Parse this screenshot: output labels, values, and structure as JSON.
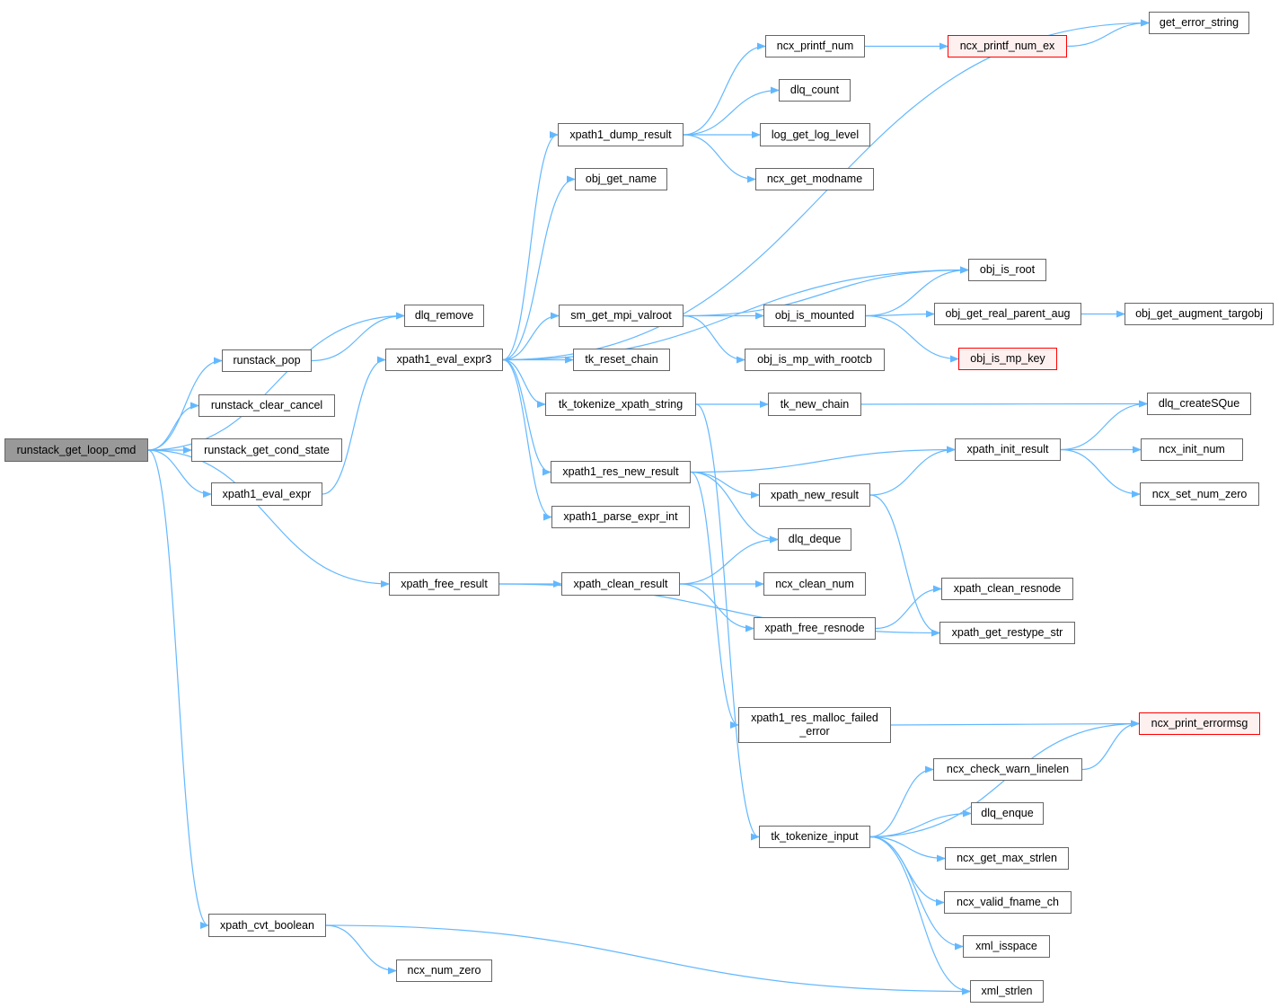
{
  "colors": {
    "edge": "#63b8ff",
    "root_fill": "#999999",
    "red_border": "#ff0000",
    "red_fill": "#fff0f0"
  },
  "nodes": [
    {
      "id": "runstack_get_loop_cmd",
      "label": "runstack_get_loop_cmd",
      "style": "root"
    },
    {
      "id": "dlq_remove",
      "label": "dlq_remove"
    },
    {
      "id": "runstack_pop",
      "label": "runstack_pop"
    },
    {
      "id": "runstack_clear_cancel",
      "label": "runstack_clear_cancel"
    },
    {
      "id": "runstack_get_cond_state",
      "label": "runstack_get_cond_state"
    },
    {
      "id": "xpath1_eval_expr",
      "label": "xpath1_eval_expr"
    },
    {
      "id": "xpath1_eval_expr3",
      "label": "xpath1_eval_expr3"
    },
    {
      "id": "xpath_free_result",
      "label": "xpath_free_result"
    },
    {
      "id": "xpath_cvt_boolean",
      "label": "xpath_cvt_boolean"
    },
    {
      "id": "ncx_num_zero",
      "label": "ncx_num_zero"
    },
    {
      "id": "xpath1_dump_result",
      "label": "xpath1_dump_result"
    },
    {
      "id": "obj_get_name",
      "label": "obj_get_name"
    },
    {
      "id": "sm_get_mpi_valroot",
      "label": "sm_get_mpi_valroot"
    },
    {
      "id": "tk_reset_chain",
      "label": "tk_reset_chain"
    },
    {
      "id": "tk_tokenize_xpath_string",
      "label": "tk_tokenize_xpath_string"
    },
    {
      "id": "xpath1_res_new_result",
      "label": "xpath1_res_new_result"
    },
    {
      "id": "xpath1_parse_expr_int",
      "label": "xpath1_parse_expr_int"
    },
    {
      "id": "xpath_clean_result",
      "label": "xpath_clean_result"
    },
    {
      "id": "ncx_printf_num",
      "label": "ncx_printf_num"
    },
    {
      "id": "dlq_count",
      "label": "dlq_count"
    },
    {
      "id": "log_get_log_level",
      "label": "log_get_log_level"
    },
    {
      "id": "ncx_get_modname",
      "label": "ncx_get_modname"
    },
    {
      "id": "obj_is_mounted",
      "label": "obj_is_mounted"
    },
    {
      "id": "obj_is_mp_with_rootcb",
      "label": "obj_is_mp_with_rootcb"
    },
    {
      "id": "tk_new_chain",
      "label": "tk_new_chain"
    },
    {
      "id": "xpath_new_result",
      "label": "xpath_new_result"
    },
    {
      "id": "dlq_deque",
      "label": "dlq_deque"
    },
    {
      "id": "ncx_clean_num",
      "label": "ncx_clean_num"
    },
    {
      "id": "xpath_free_resnode",
      "label": "xpath_free_resnode"
    },
    {
      "id": "xpath1_res_malloc_failed_error",
      "label": "xpath1_res_malloc_failed\n_error"
    },
    {
      "id": "tk_tokenize_input",
      "label": "tk_tokenize_input"
    },
    {
      "id": "ncx_printf_num_ex",
      "label": "ncx_printf_num_ex",
      "style": "red"
    },
    {
      "id": "obj_is_root",
      "label": "obj_is_root"
    },
    {
      "id": "obj_get_real_parent_aug",
      "label": "obj_get_real_parent_aug"
    },
    {
      "id": "obj_is_mp_key",
      "label": "obj_is_mp_key",
      "style": "red"
    },
    {
      "id": "xpath_init_result",
      "label": "xpath_init_result"
    },
    {
      "id": "xpath_clean_resnode",
      "label": "xpath_clean_resnode"
    },
    {
      "id": "xpath_get_restype_str",
      "label": "xpath_get_restype_str"
    },
    {
      "id": "ncx_print_errormsg",
      "label": "ncx_print_errormsg",
      "style": "red"
    },
    {
      "id": "ncx_check_warn_linelen",
      "label": "ncx_check_warn_linelen"
    },
    {
      "id": "dlq_enque",
      "label": "dlq_enque"
    },
    {
      "id": "ncx_get_max_strlen",
      "label": "ncx_get_max_strlen"
    },
    {
      "id": "ncx_valid_fname_ch",
      "label": "ncx_valid_fname_ch"
    },
    {
      "id": "xml_isspace",
      "label": "xml_isspace"
    },
    {
      "id": "xml_strlen",
      "label": "xml_strlen"
    },
    {
      "id": "get_error_string",
      "label": "get_error_string"
    },
    {
      "id": "obj_get_augment_targobj",
      "label": "obj_get_augment_targobj"
    },
    {
      "id": "dlq_createSQue",
      "label": "dlq_createSQue"
    },
    {
      "id": "ncx_init_num",
      "label": "ncx_init_num"
    },
    {
      "id": "ncx_set_num_zero",
      "label": "ncx_set_num_zero"
    }
  ],
  "edges": [
    [
      "runstack_get_loop_cmd",
      "dlq_remove"
    ],
    [
      "runstack_get_loop_cmd",
      "runstack_pop"
    ],
    [
      "runstack_get_loop_cmd",
      "runstack_clear_cancel"
    ],
    [
      "runstack_get_loop_cmd",
      "runstack_get_cond_state"
    ],
    [
      "runstack_get_loop_cmd",
      "xpath1_eval_expr"
    ],
    [
      "runstack_get_loop_cmd",
      "xpath_free_result"
    ],
    [
      "runstack_get_loop_cmd",
      "xpath_cvt_boolean"
    ],
    [
      "runstack_pop",
      "dlq_remove"
    ],
    [
      "xpath1_eval_expr",
      "xpath1_eval_expr3"
    ],
    [
      "xpath1_eval_expr3",
      "get_error_string"
    ],
    [
      "xpath1_eval_expr3",
      "xpath1_dump_result"
    ],
    [
      "xpath1_eval_expr3",
      "obj_get_name"
    ],
    [
      "xpath1_eval_expr3",
      "obj_is_root"
    ],
    [
      "xpath1_eval_expr3",
      "sm_get_mpi_valroot"
    ],
    [
      "xpath1_eval_expr3",
      "tk_reset_chain"
    ],
    [
      "xpath1_eval_expr3",
      "tk_tokenize_xpath_string"
    ],
    [
      "xpath1_eval_expr3",
      "xpath1_res_new_result"
    ],
    [
      "xpath1_eval_expr3",
      "xpath1_parse_expr_int"
    ],
    [
      "xpath1_dump_result",
      "ncx_printf_num"
    ],
    [
      "xpath1_dump_result",
      "dlq_count"
    ],
    [
      "xpath1_dump_result",
      "log_get_log_level"
    ],
    [
      "xpath1_dump_result",
      "ncx_get_modname"
    ],
    [
      "ncx_printf_num",
      "ncx_printf_num_ex"
    ],
    [
      "ncx_printf_num_ex",
      "get_error_string"
    ],
    [
      "sm_get_mpi_valroot",
      "obj_is_root"
    ],
    [
      "sm_get_mpi_valroot",
      "obj_is_mounted"
    ],
    [
      "sm_get_mpi_valroot",
      "obj_is_mp_with_rootcb"
    ],
    [
      "obj_is_mounted",
      "obj_is_root"
    ],
    [
      "obj_is_mounted",
      "obj_get_real_parent_aug"
    ],
    [
      "obj_is_mounted",
      "obj_is_mp_key"
    ],
    [
      "obj_get_real_parent_aug",
      "obj_get_augment_targobj"
    ],
    [
      "tk_tokenize_xpath_string",
      "tk_new_chain"
    ],
    [
      "tk_tokenize_xpath_string",
      "tk_tokenize_input"
    ],
    [
      "tk_new_chain",
      "dlq_createSQue"
    ],
    [
      "xpath1_res_new_result",
      "xpath_init_result"
    ],
    [
      "xpath1_res_new_result",
      "xpath_new_result"
    ],
    [
      "xpath1_res_new_result",
      "dlq_deque"
    ],
    [
      "xpath1_res_new_result",
      "xpath1_res_malloc_failed_error"
    ],
    [
      "xpath_new_result",
      "xpath_init_result"
    ],
    [
      "xpath_new_result",
      "xpath_get_restype_str"
    ],
    [
      "xpath_init_result",
      "dlq_createSQue"
    ],
    [
      "xpath_init_result",
      "ncx_init_num"
    ],
    [
      "xpath_init_result",
      "ncx_set_num_zero"
    ],
    [
      "xpath_free_result",
      "xpath_clean_result"
    ],
    [
      "xpath_free_result",
      "xpath_get_restype_str"
    ],
    [
      "xpath_clean_result",
      "dlq_deque"
    ],
    [
      "xpath_clean_result",
      "ncx_clean_num"
    ],
    [
      "xpath_clean_result",
      "xpath_free_resnode"
    ],
    [
      "xpath_free_resnode",
      "xpath_clean_resnode"
    ],
    [
      "xpath1_res_malloc_failed_error",
      "ncx_print_errormsg"
    ],
    [
      "tk_tokenize_input",
      "ncx_print_errormsg"
    ],
    [
      "tk_tokenize_input",
      "ncx_check_warn_linelen"
    ],
    [
      "tk_tokenize_input",
      "dlq_enque"
    ],
    [
      "tk_tokenize_input",
      "ncx_get_max_strlen"
    ],
    [
      "tk_tokenize_input",
      "ncx_valid_fname_ch"
    ],
    [
      "tk_tokenize_input",
      "xml_isspace"
    ],
    [
      "tk_tokenize_input",
      "xml_strlen"
    ],
    [
      "ncx_check_warn_linelen",
      "ncx_print_errormsg"
    ],
    [
      "xpath_cvt_boolean",
      "ncx_num_zero"
    ],
    [
      "xpath_cvt_boolean",
      "xml_strlen"
    ]
  ]
}
